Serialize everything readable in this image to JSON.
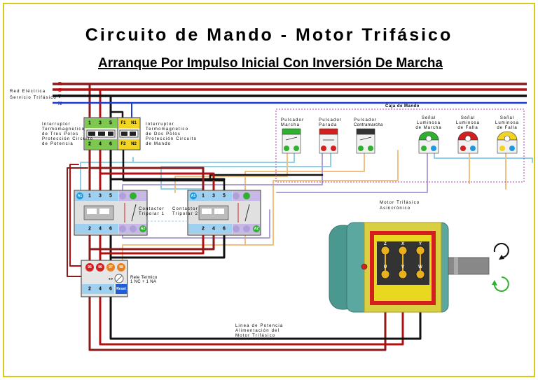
{
  "title": "Circuito de Mando - Motor Trifásico",
  "subtitle": "Arranque Por Impulso Inicial Con Inversión De Marcha",
  "network": {
    "label_line1": "Red  Eléctrica",
    "label_line2": "Servicio Trifásico",
    "phase_r": "R",
    "phase_s": "S",
    "phase_t": "T",
    "neutral": "N"
  },
  "control_box": {
    "title": "Caja de Mando",
    "pulsador_marcha": [
      "Pulsador",
      "Marcha"
    ],
    "pulsador_parada": [
      "Pulsador",
      "Parada"
    ],
    "pulsador_contramarcha": [
      "Pulsador",
      "Contramarcha"
    ],
    "senal_marcha": [
      "Señal",
      "Luminosa",
      "de Marcha"
    ],
    "senal_falla_1": [
      "Señal",
      "Luminosa",
      "de Falla"
    ],
    "senal_falla_2": [
      "Señal",
      "Luminosa",
      "de Falla"
    ]
  },
  "breaker_3p": {
    "label": [
      "Interruptor",
      "Termomagnetico",
      "de Tres Polos",
      "Protección Circuito",
      "de Potencia"
    ],
    "top_terminals": [
      "1",
      "3",
      "5"
    ],
    "bottom_terminals": [
      "2",
      "4",
      "6"
    ]
  },
  "breaker_2p": {
    "label": [
      "Interruptor",
      "Termomagnetico",
      "de Dos Polos",
      "Protección Circuito",
      "de Mando"
    ],
    "top_terminals": [
      "F1",
      "N1"
    ],
    "bottom_terminals": [
      "F2",
      "N2"
    ]
  },
  "contactor_1": {
    "label": [
      "Contactor",
      "Tripolar 1"
    ],
    "top_terminals": [
      "A1",
      "1",
      "3",
      "5"
    ],
    "bottom_terminals": [
      "2",
      "4",
      "6",
      "A2"
    ]
  },
  "contactor_2": {
    "label": [
      "Contactor",
      "Tripolar 2"
    ],
    "top_terminals": [
      "A1",
      "1",
      "3",
      "5"
    ],
    "bottom_terminals": [
      "2",
      "4",
      "6",
      "A2"
    ]
  },
  "thermal_relay": {
    "label": [
      "Rele Termico",
      "1 NC + 1 NA"
    ],
    "top_terminals": [
      "95",
      "96",
      "97",
      "98"
    ],
    "bottom_terminals": [
      "2",
      "4",
      "6"
    ],
    "reset_label": "Reset",
    "dial_value": "8.5"
  },
  "motor": {
    "label": [
      "Motor Trifásico",
      "Asincrónico"
    ],
    "terminals_top": [
      "Z",
      "X",
      "Y"
    ],
    "terminals_bottom": [
      "U",
      "V",
      "W"
    ]
  },
  "power_line": {
    "label": [
      "Linea de Potencia",
      "Alimentación del",
      "Motor Trifásico"
    ]
  },
  "colors": {
    "phase_r": "#8b1a1a",
    "phase_s": "#b01010",
    "phase_t": "#111111",
    "neutral": "#1f3bd6",
    "frame": "#d8c818",
    "control_wire_1": "#8fd0e8",
    "control_wire_2": "#f0c080",
    "control_wire_3": "#b0a0d8",
    "motor_body": "#5aa8a0"
  }
}
